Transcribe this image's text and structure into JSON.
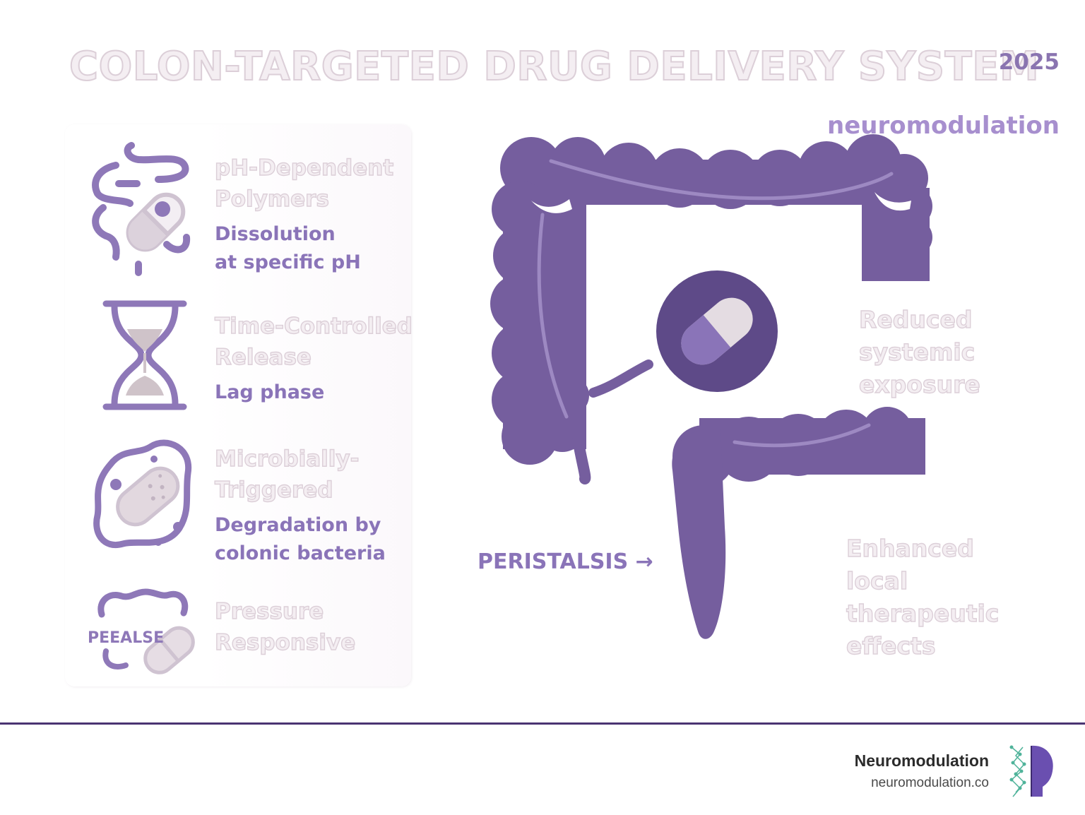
{
  "title": "COLON-TARGETED DRUG DELIVERY SYSTEM",
  "year": "2025",
  "brand_word": "neuromodulation",
  "mechanisms": [
    {
      "heading": "pH-Dependent\nPolymers",
      "detail": "Dissolution\nat specific pH",
      "icon": "intestine-capsule-icon"
    },
    {
      "heading": "Time-Controlled\nRelease",
      "detail": "Lag phase",
      "icon": "hourglass-icon"
    },
    {
      "heading": "Microbially-\nTriggered",
      "detail": "Degradation by\ncolonic bacteria",
      "icon": "bacteria-capsule-icon"
    },
    {
      "heading": "Pressure\nResponsive",
      "detail": "",
      "icon": "pressure-capsule-icon",
      "icon_text": "PEEALSE"
    }
  ],
  "benefits": [
    "Reduced\nsystemic\nexposure",
    "Enhanced\nlocal\ntherapeutic\neffects"
  ],
  "peristalsis_label": "PERISTALSIS →",
  "footer": {
    "name": "Neuromodulation",
    "url": "neuromodulation.co"
  },
  "colors": {
    "accent": "#755e9e",
    "dark_accent": "#5e4a88",
    "ghost_text": "#dccfd8",
    "rule": "#4a3472"
  }
}
